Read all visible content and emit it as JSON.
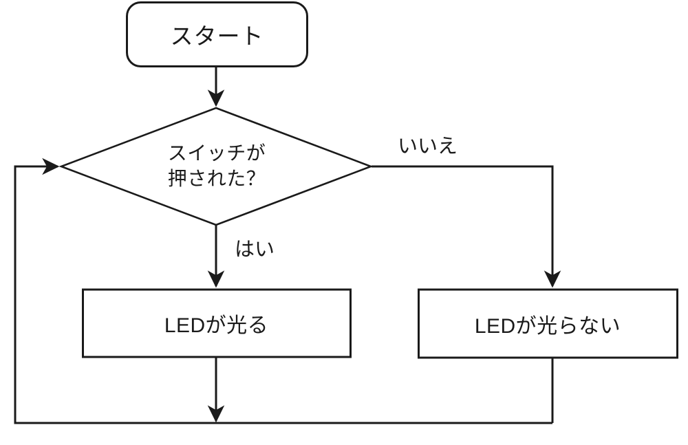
{
  "diagram": {
    "title": "LED switch flowchart",
    "language": "ja",
    "stroke_color": "#1a1a1a",
    "fill_color": "#ffffff",
    "text_color": "#1a1a1a",
    "nodes": {
      "start": {
        "shape": "rounded-rectangle",
        "label": "スタート"
      },
      "decision": {
        "shape": "diamond",
        "label": "スイッチが\n押された？"
      },
      "process_yes": {
        "shape": "rectangle",
        "label": "LEDが光る"
      },
      "process_no": {
        "shape": "rectangle",
        "label": "LEDが光らない"
      }
    },
    "edges": {
      "start_to_decision": {
        "label": ""
      },
      "decision_yes": {
        "label": "はい"
      },
      "decision_no": {
        "label": "いいえ"
      },
      "loop_back": {
        "label": ""
      }
    }
  }
}
